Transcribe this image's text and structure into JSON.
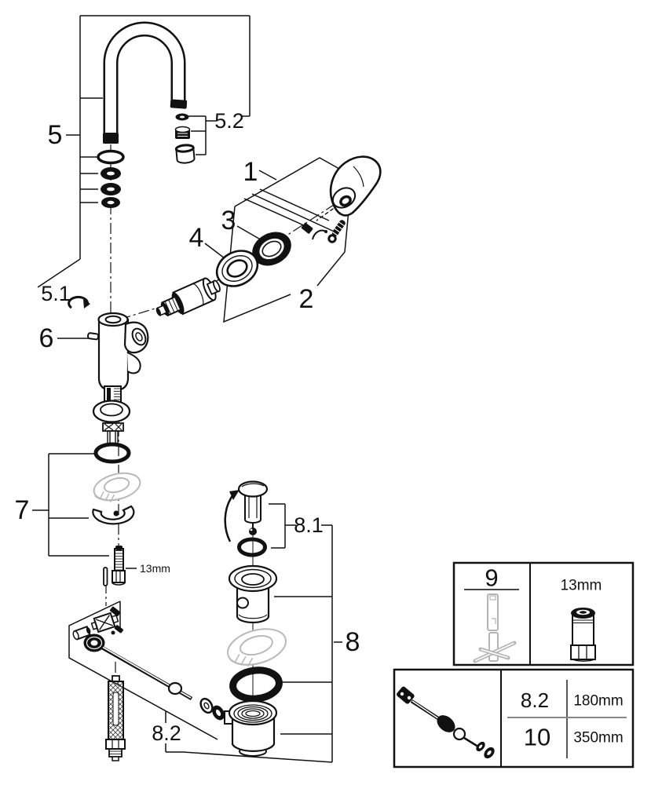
{
  "callouts": {
    "n1": "1",
    "n2": "2",
    "n3": "3",
    "n4": "4",
    "n5": "5",
    "n5_1": "5.1",
    "n5_2": "5.2",
    "n6": "6",
    "n7": "7",
    "n8": "8",
    "n8_1": "8.1",
    "n8_2": "8.2"
  },
  "annotations": {
    "socket_size": "13mm"
  },
  "info_boxes": {
    "tool_box": {
      "part": "9",
      "size": "13mm"
    },
    "rod_box": {
      "rows": [
        {
          "part": "8.2",
          "length": "180mm"
        },
        {
          "part": "10",
          "length": "350mm"
        }
      ]
    }
  },
  "colors": {
    "line": "#111111",
    "phantom": "#b9b9b9",
    "grid_divider": "#888888",
    "background": "#ffffff"
  }
}
